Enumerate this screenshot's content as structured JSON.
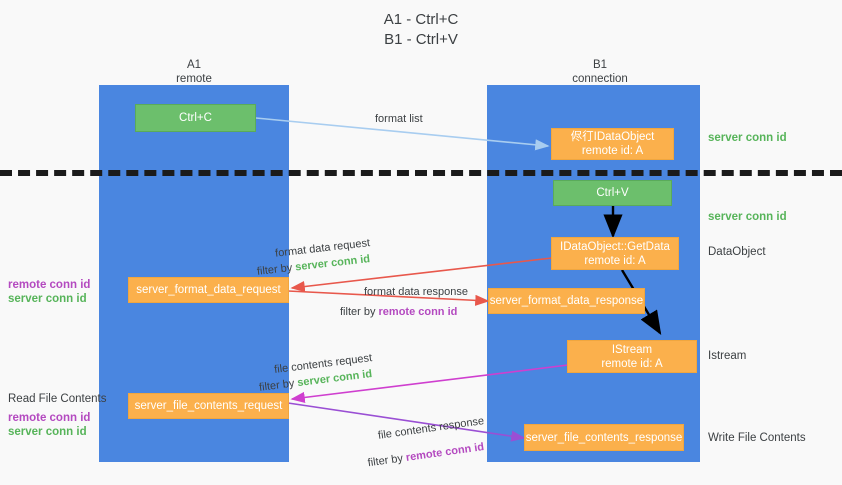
{
  "title": {
    "line1": "A1 - Ctrl+C",
    "line2": "B1 - Ctrl+V"
  },
  "lanes": [
    {
      "id": "a1",
      "name": "A1",
      "sub": "remote"
    },
    {
      "id": "b1",
      "name": "B1",
      "sub": "connection"
    }
  ],
  "nodes": {
    "ctrl_c": {
      "line1": "Ctrl+C",
      "line2": ""
    },
    "idataobject": {
      "line1": "侭㣔IDataObject",
      "line2": "remote id: A"
    },
    "ctrl_v": {
      "line1": "Ctrl+V",
      "line2": ""
    },
    "getdata": {
      "line1": "IDataObject::GetData",
      "line2": "remote id: A"
    },
    "istream": {
      "line1": "IStream",
      "line2": "remote id: A"
    },
    "fmt_req": {
      "line1": "server_format_data_request",
      "line2": ""
    },
    "fmt_resp": {
      "line1": "server_format_data_response",
      "line2": ""
    },
    "file_req": {
      "line1": "server_file_contents_request",
      "line2": ""
    },
    "file_resp": {
      "line1": "server_file_contents_response",
      "line2": ""
    }
  },
  "right_labels": {
    "server_conn_id_top": "server conn id",
    "server_conn_id_mid": "server conn id",
    "dataobject": "DataObject",
    "istream": "Istream",
    "write_file_contents": "Write File Contents"
  },
  "left_labels": {
    "remote_conn_id_1": "remote conn id",
    "server_conn_id_1": "server conn id",
    "read_file_contents": "Read File Contents",
    "remote_conn_id_2": "remote conn id",
    "server_conn_id_2": "server conn id"
  },
  "edges": {
    "format_list": "format list",
    "fmt_data_request": "format data request",
    "fmt_data_request_filter_prefix": "filter by ",
    "fmt_data_request_filter_value": "server conn id",
    "fmt_data_response": "format data response",
    "fmt_data_response_filter_prefix": "filter by ",
    "fmt_data_response_filter_value": "remote conn id",
    "file_contents_request": "file contents request",
    "file_contents_request_filter_prefix": "filter by ",
    "file_contents_request_filter_value": "server conn id",
    "file_contents_response": "file contents response",
    "file_contents_response_filter_prefix": "filter by ",
    "file_contents_response_filter_value": "remote conn id"
  },
  "colors": {
    "lane": "#4a86e0",
    "green_box": "#6cbf6c",
    "orange_box": "#fbb04c",
    "green_text": "#57b45a",
    "purple_text": "#b44ac0",
    "arrow_blue": "#a8cdf0",
    "arrow_red": "#e8584c",
    "arrow_magenta": "#cf3fcf",
    "arrow_purple": "#9a4fd4",
    "arrow_black": "#000000",
    "background": "#f9f9f9"
  }
}
